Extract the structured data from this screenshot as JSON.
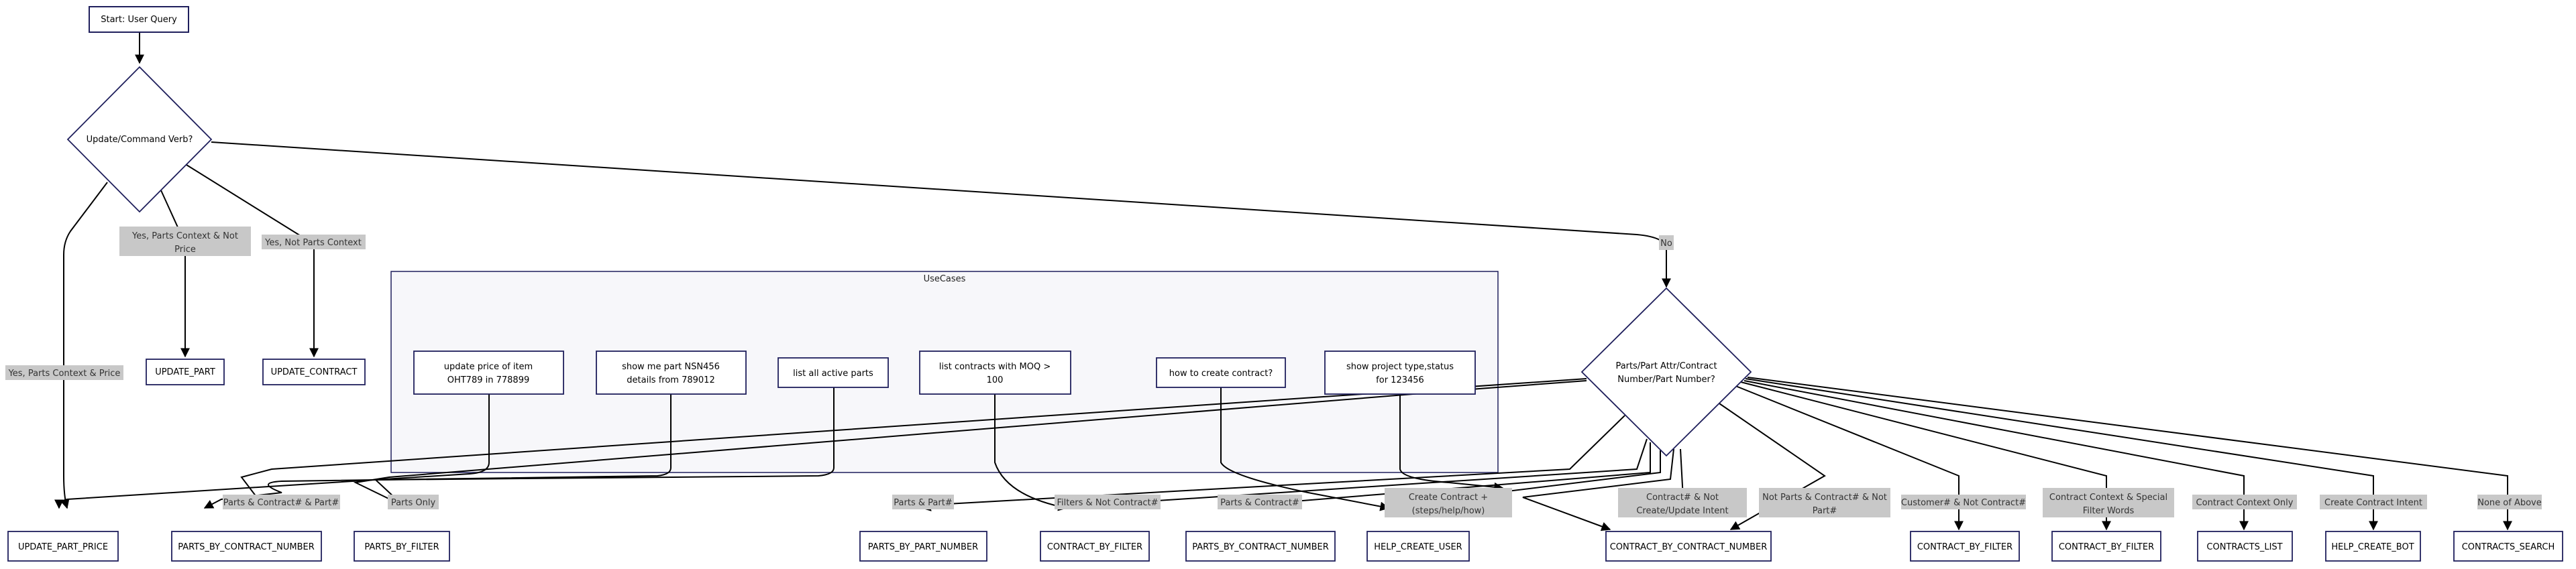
{
  "nodes": {
    "start": "Start: User Query",
    "update_verb": "Update/Command Verb?",
    "parts_attr": [
      "Parts/Part Attr/Contract",
      "Number/Part Number?"
    ],
    "update_part_price": "UPDATE_PART_PRICE",
    "update_part": "UPDATE_PART",
    "update_contract": "UPDATE_CONTRACT",
    "parts_by_contract_number": "PARTS_BY_CONTRACT_NUMBER",
    "parts_by_filter": "PARTS_BY_FILTER",
    "parts_by_part_number": "PARTS_BY_PART_NUMBER",
    "contract_by_filter_1": "CONTRACT_BY_FILTER",
    "parts_by_contract_number_2": "PARTS_BY_CONTRACT_NUMBER",
    "help_create_user": "HELP_CREATE_USER",
    "contract_by_contract_number": "CONTRACT_BY_CONTRACT_NUMBER",
    "contract_by_filter_2": "CONTRACT_BY_FILTER",
    "contract_by_filter_3": "CONTRACT_BY_FILTER",
    "contracts_list": "CONTRACTS_LIST",
    "help_create_bot": "HELP_CREATE_BOT",
    "contracts_search": "CONTRACTS_SEARCH"
  },
  "usecases": {
    "title": "UseCases",
    "items": [
      [
        "update price of item",
        "OHT789 in 778899"
      ],
      [
        "show me part NSN456",
        "details from 789012"
      ],
      [
        "list all active parts"
      ],
      [
        "list contracts with MOQ >",
        "100"
      ],
      [
        "how to create contract?"
      ],
      [
        "show project type,status",
        "for 123456"
      ]
    ]
  },
  "edge_labels": {
    "yes_parts_not_price": [
      "Yes, Parts Context & Not",
      "Price"
    ],
    "yes_not_parts": "Yes, Not Parts Context",
    "yes_parts_price": "Yes, Parts Context & Price",
    "no": "No",
    "parts_contract_part": "Parts & Contract# & Part#",
    "parts_only": "Parts Only",
    "parts_part": "Parts & Part#",
    "filters_not_contract": "Filters & Not Contract#",
    "parts_contract": "Parts & Contract#",
    "create_contract": [
      "Create Contract +",
      "(steps/help/how)"
    ],
    "contract_not_create": [
      "Contract# & Not",
      "Create/Update Intent"
    ],
    "not_parts_contract_part": [
      "Not Parts & Contract# & Not",
      "Part#"
    ],
    "customer_not_contract": "Customer# & Not Contract#",
    "contract_context_filter": [
      "Contract Context & Special",
      "Filter Words"
    ],
    "contract_context_only": "Contract Context Only",
    "create_contract_intent": "Create Contract Intent",
    "none_of_above": "None of Above"
  },
  "colors": {
    "node_stroke": "#1f1f5c",
    "edge": "#000000",
    "label_bg": "#c8c8c8",
    "cluster_fill": "#f7f7fa",
    "cluster_stroke": "#1f1f5c"
  }
}
